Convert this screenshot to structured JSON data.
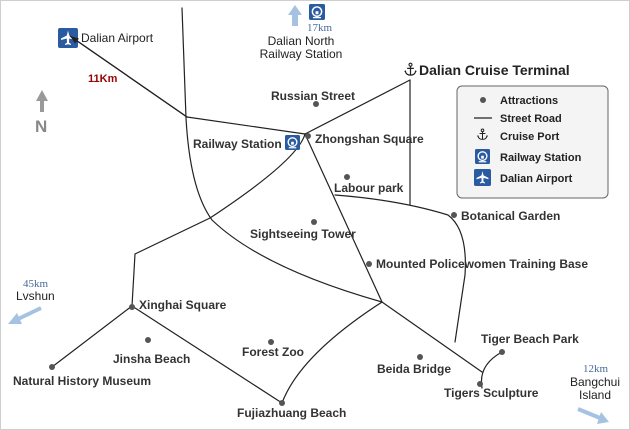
{
  "colors": {
    "road": "#222222",
    "dot": "#555555",
    "icon_blue": "#2a5aa0",
    "distance_blue": "#4a6a9a",
    "airport_distance_red": "#990000",
    "arrow_light_blue": "#a6c2e2",
    "compass_gray": "#999999",
    "legend_bg": "#f4f4f4",
    "legend_border": "#666666",
    "page_border": "#cfcfcf"
  },
  "compass": {
    "label": "N"
  },
  "airport": {
    "name": "Dalian Airport",
    "distance": "11Km"
  },
  "north_station": {
    "distance": "17km",
    "name_line1": "Dalian North",
    "name_line2": "Railway Station"
  },
  "cruise_terminal": {
    "name": "Dalian Cruise Terminal"
  },
  "railway_station": {
    "name": "Railway Station"
  },
  "lvshun": {
    "distance": "45km",
    "name": "Lvshun"
  },
  "bangchui": {
    "distance": "12km",
    "name_line1": "Bangchui",
    "name_line2": "Island"
  },
  "attractions": [
    {
      "name": "Russian Street"
    },
    {
      "name": "Zhongshan Square"
    },
    {
      "name": "Labour park"
    },
    {
      "name": "Botanical Garden"
    },
    {
      "name": "Sightseeing Tower"
    },
    {
      "name": "Mounted Policewomen Training Base"
    },
    {
      "name": "Xinghai Square"
    },
    {
      "name": "Jinsha Beach"
    },
    {
      "name": "Forest Zoo"
    },
    {
      "name": "Natural History Museum"
    },
    {
      "name": "Fujiazhuang Beach"
    },
    {
      "name": "Beida Bridge"
    },
    {
      "name": "Tiger Beach Park"
    },
    {
      "name": "Tigers Sculpture"
    }
  ],
  "legend": {
    "items": [
      {
        "icon": "dot-icon",
        "label": "Attractions"
      },
      {
        "icon": "road-line-icon",
        "label": "Street Road"
      },
      {
        "icon": "anchor-icon",
        "label": "Cruise Port"
      },
      {
        "icon": "railway-station-icon",
        "label": "Railway Station"
      },
      {
        "icon": "airplane-icon",
        "label": "Dalian Airport"
      }
    ]
  }
}
